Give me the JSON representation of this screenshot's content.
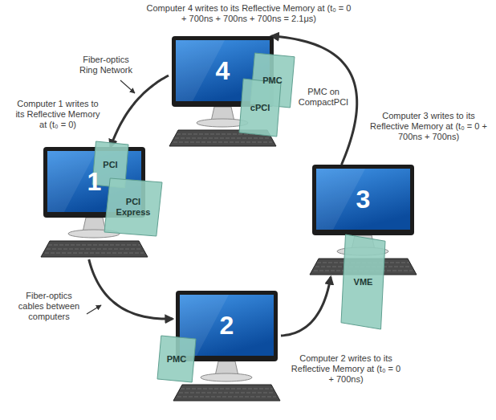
{
  "diagram": {
    "nodes": [
      {
        "text": [
          "4"
        ]
      },
      {
        "text": [
          "PMC"
        ]
      },
      {
        "text": [
          "cPCI"
        ]
      },
      {
        "text": [
          "1"
        ]
      },
      {
        "text": [
          "PCI"
        ]
      },
      {
        "text": [
          "PCI Express"
        ]
      },
      {
        "text": [
          "3"
        ]
      },
      {
        "text": [
          "VME"
        ]
      },
      {
        "text": [
          "2"
        ]
      },
      {
        "text": [
          "PMC"
        ]
      }
    ],
    "edges": [
      {
        "from": 3,
        "to": 8,
        "arrow": "to"
      },
      {
        "from": 8,
        "to": 6,
        "arrow": "to"
      },
      {
        "from": 6,
        "to": 0,
        "arrow": "to"
      },
      {
        "from": 0,
        "to": 3,
        "arrow": "to"
      }
    ],
    "labels": [
      "Computer 4 writes to its Reflective Memory at (t₀ = 0 + 700ns + 700ns + 700ns = 2.1μs)",
      "PMC on CompactPCI",
      "Fiber-optics Ring Network",
      "Computer 1 writes to its Reflective Memory at (t₀ = 0)",
      "Computer 3 writes to its Reflective Memory at (t₀ = 0 + 700ns + 700ns)",
      "Fiber-optics cables between computers",
      "Computer 2 writes to its Reflective Memory at (t₀ = 0 + 700ns)"
    ]
  }
}
